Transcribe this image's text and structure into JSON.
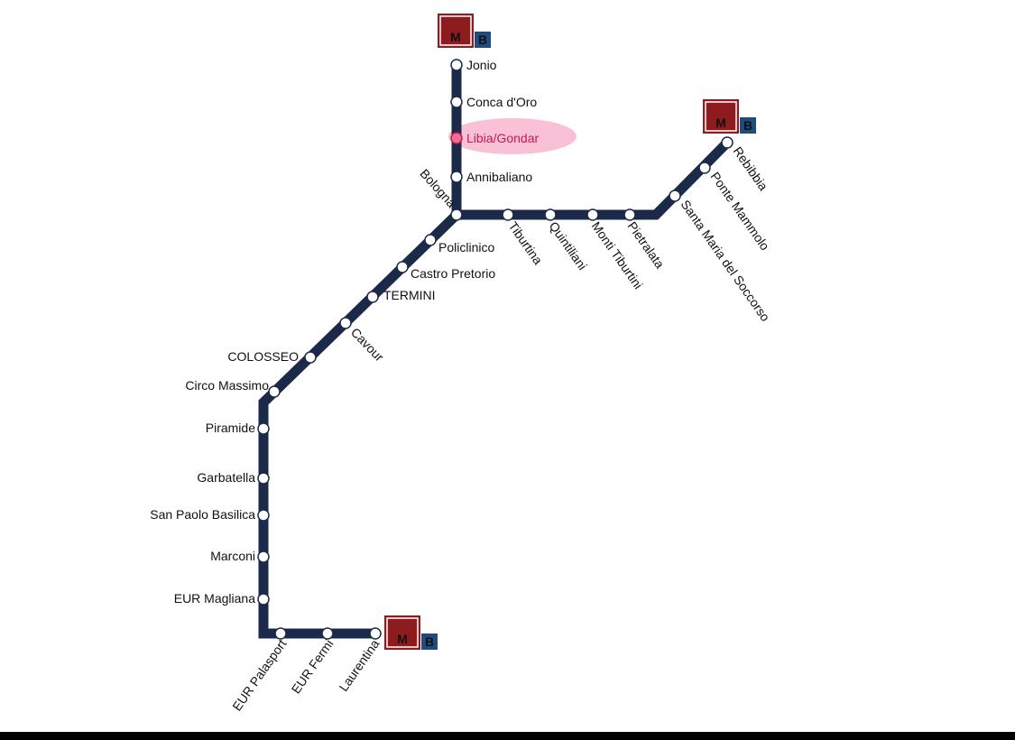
{
  "line": {
    "name": "B",
    "color": "#1c2a4a",
    "terminus_logo": {
      "letter": "M",
      "line_letter": "B",
      "brand_color": "#8e1b1e",
      "line_badge_color": "#1f4c7f"
    }
  },
  "highlighted_station": {
    "name": "Libia/Gondar",
    "highlight_color": "#f7b6cf",
    "text_color": "#c61a4b"
  },
  "stations": [
    {
      "id": "jonio",
      "name": "Jonio"
    },
    {
      "id": "conca-doro",
      "name": "Conca d'Oro"
    },
    {
      "id": "libia-gondar",
      "name": "Libia/Gondar"
    },
    {
      "id": "annibaliano",
      "name": "Annibaliano"
    },
    {
      "id": "bologna",
      "name": "Bologna"
    },
    {
      "id": "tiburtina",
      "name": "Tiburtina"
    },
    {
      "id": "quintiliani",
      "name": "Quintiliani"
    },
    {
      "id": "monti-tiburtini",
      "name": "Monti Tiburtini"
    },
    {
      "id": "pietralata",
      "name": "Pietralata"
    },
    {
      "id": "santa-maria-del-soccorso",
      "name": "Santa Maria del Soccorso"
    },
    {
      "id": "ponte-mammolo",
      "name": "Ponte Mammolo"
    },
    {
      "id": "rebibbia",
      "name": "Rebibbia"
    },
    {
      "id": "policlinico",
      "name": "Policlinico"
    },
    {
      "id": "castro-pretorio",
      "name": "Castro Pretorio"
    },
    {
      "id": "termini",
      "name": "TERMINI"
    },
    {
      "id": "cavour",
      "name": "Cavour"
    },
    {
      "id": "colosseo",
      "name": "COLOSSEO"
    },
    {
      "id": "circo-massimo",
      "name": "Circo Massimo"
    },
    {
      "id": "piramide",
      "name": "Piramide"
    },
    {
      "id": "garbatella",
      "name": "Garbatella"
    },
    {
      "id": "san-paolo-basilica",
      "name": "San Paolo Basilica"
    },
    {
      "id": "marconi",
      "name": "Marconi"
    },
    {
      "id": "eur-magliana",
      "name": "EUR Magliana"
    },
    {
      "id": "eur-palasport",
      "name": "EUR Palasport"
    },
    {
      "id": "eur-fermi",
      "name": "EUR Fermi"
    },
    {
      "id": "laurentina",
      "name": "Laurentina"
    }
  ],
  "termini": [
    "Jonio",
    "Rebibbia",
    "Laurentina"
  ]
}
